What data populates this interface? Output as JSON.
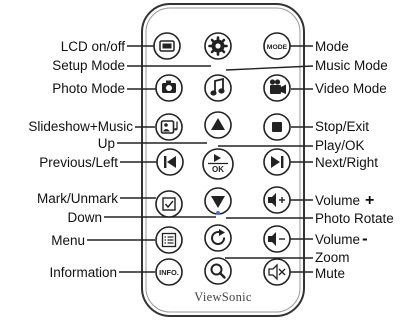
{
  "brand": "ViewSonic",
  "left_labels": {
    "lcd": "LCD on/off",
    "setup": "Setup Mode",
    "photo": "Photo Mode",
    "slideshow": "Slideshow+Music",
    "up": "Up",
    "previous": "Previous/Left",
    "mark": "Mark/Unmark",
    "down": "Down",
    "menu": "Menu",
    "information": "Information"
  },
  "right_labels": {
    "mode": "Mode",
    "music": "Music Mode",
    "video": "Video Mode",
    "stop": "Stop/Exit",
    "play": "Play/OK",
    "next": "Next/Right",
    "volume_up": "Volume",
    "volume_up_sign": "+",
    "rotate": "Photo Rotate",
    "volume_down": "Volume",
    "volume_down_sign": "-",
    "zoom": "Zoom",
    "mute": "Mute"
  },
  "button_text": {
    "mode": "MODE",
    "ok": "OK",
    "info": "INFO."
  },
  "icons": {
    "lcd": "lcd-screen-icon",
    "setup": "gear-icon",
    "photo": "camera-icon",
    "music": "music-note-icon",
    "video": "video-camera-icon",
    "slideshow": "slideshow-music-icon",
    "up": "arrow-up-icon",
    "stop": "stop-icon",
    "previous": "skip-previous-icon",
    "play": "play-ok-icon",
    "next": "skip-next-icon",
    "mark": "checkbox-icon",
    "volume_up": "speaker-plus-icon",
    "down": "arrow-down-icon",
    "menu": "menu-list-icon",
    "rotate": "rotate-icon",
    "volume_down": "speaker-minus-icon",
    "zoom": "magnifier-icon",
    "mute": "mute-icon"
  }
}
